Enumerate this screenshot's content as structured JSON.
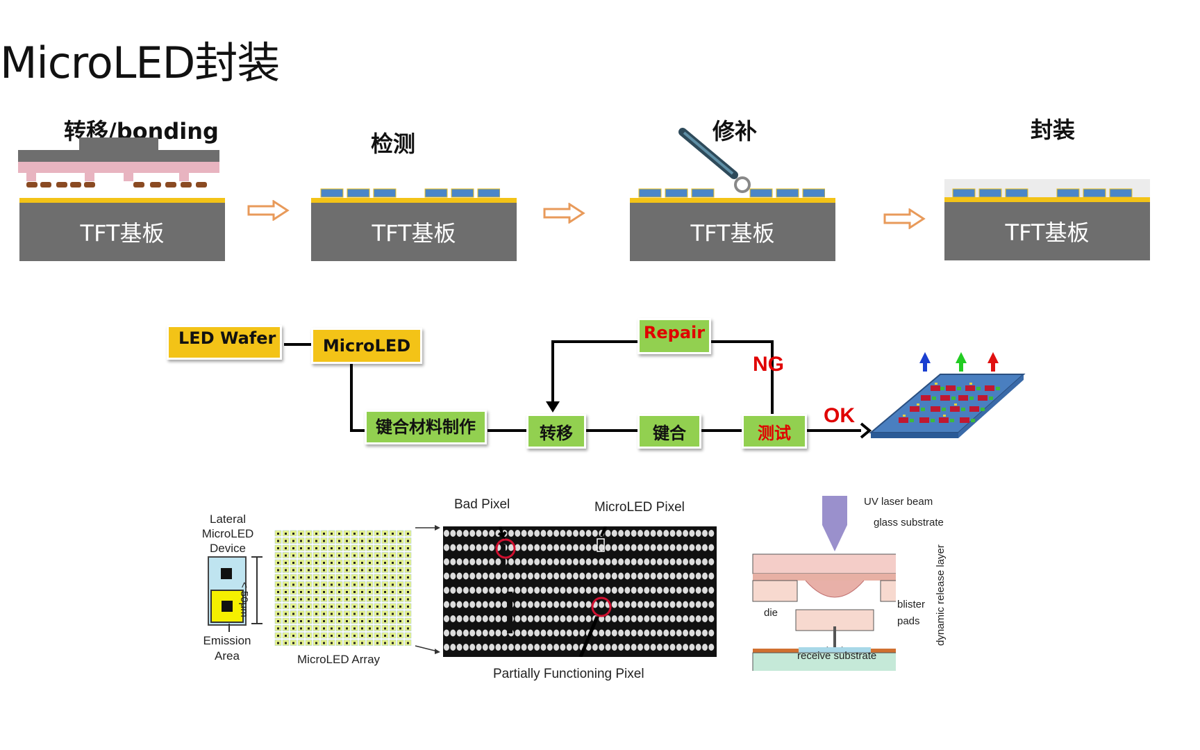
{
  "title": "MicroLED封装",
  "steps": [
    {
      "label": "转移/bonding",
      "substrate": "TFT基板"
    },
    {
      "label": "检测",
      "substrate": "TFT基板"
    },
    {
      "label": "修补",
      "substrate": "TFT基板"
    },
    {
      "label": "封装",
      "substrate": "TFT基板"
    }
  ],
  "flow": {
    "led_wafer": "LED Wafer",
    "microled": "MicroLED",
    "bonding_material": "键合材料制作",
    "transfer": "转移",
    "bond": "键合",
    "test": "测试",
    "repair": "Repair",
    "ng": "NG",
    "ok": "OK"
  },
  "figures": {
    "lateral_device": "Lateral\nMicroLED\nDevice",
    "dimension": "< 50μm",
    "emission_area": "Emission\nArea",
    "array": "MicroLED Array",
    "bad_pixel": "Bad Pixel",
    "microled_pixel": "MicroLED Pixel",
    "partial_pixel": "Partially Functioning Pixel",
    "uv_laser": "UV laser beam",
    "glass_substrate": "glass substrate",
    "release_layer": "dynamic release layer",
    "die": "die",
    "blister": "blister",
    "pads": "pads",
    "receive_substrate": "receive substrate"
  },
  "colors": {
    "substrate_gray": "#6e6e6e",
    "accent_yellow": "#f3c317",
    "box_green": "#92d050",
    "alert_red": "#e00000",
    "arrow_orange": "#e89a5a"
  }
}
